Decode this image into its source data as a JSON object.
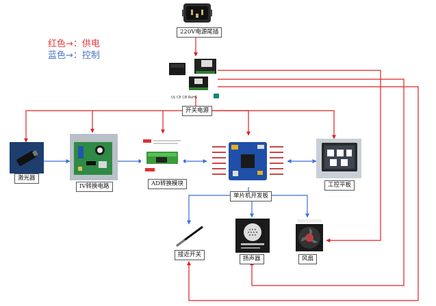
{
  "legend": {
    "red": "红色→：供电",
    "blue": "蓝色→：控制"
  },
  "labels": {
    "power_plug": "220V电源尾插",
    "psu": "开关电源",
    "laser": "激光器",
    "iv": "IV转换电路",
    "ad": "AD转换模块",
    "mcu": "单片机开发板",
    "hmi": "工控平板",
    "proximity": "接近开关",
    "speaker": "扬声器",
    "fan": "风扇"
  },
  "colors": {
    "power": "#e02020",
    "control": "#3a6fd8"
  }
}
